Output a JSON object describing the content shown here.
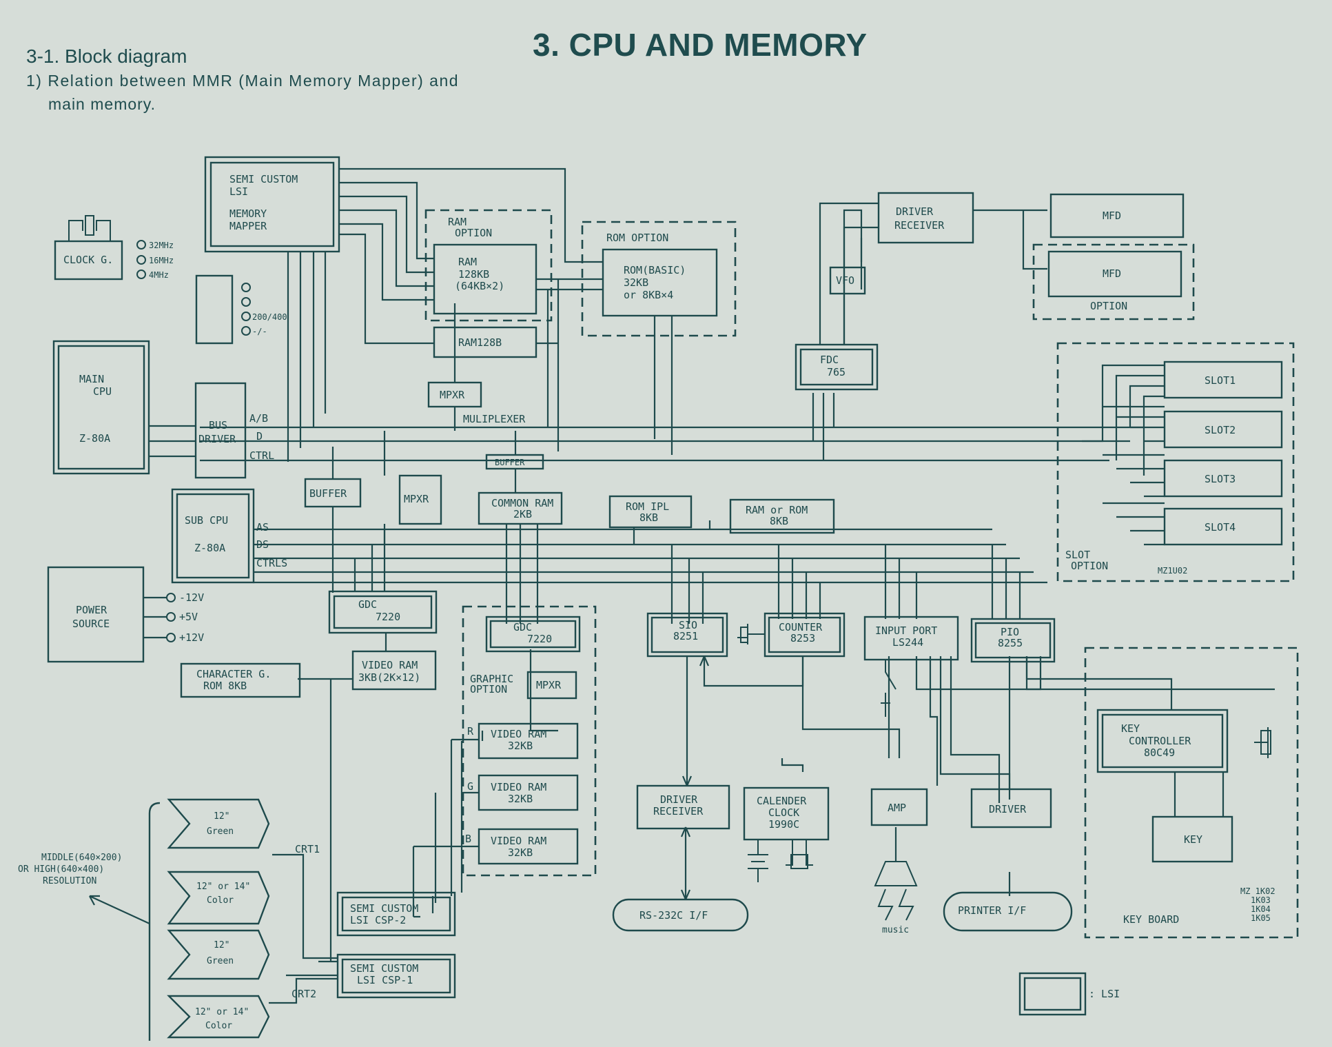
{
  "header": {
    "title": "3. CPU AND MEMORY",
    "section": "3-1.  Block diagram",
    "subtitle_line1": "1) Relation  between  MMR  (Main  Memory  Mapper)  and",
    "subtitle_line2": "main memory."
  },
  "blocks": {
    "semi_custom_lsi": [
      "SEMI CUSTOM",
      "LSI",
      "MEMORY",
      "MAPPER"
    ],
    "ram_option_label": [
      "RAM",
      "OPTION"
    ],
    "ram_128kb": [
      "RAM",
      "128KB",
      "(64KB×2)"
    ],
    "rom_option_label": "ROM OPTION",
    "rom_basic": [
      "ROM(BASIC)",
      "32KB",
      "or  8KB×4"
    ],
    "ram128b": "RAM128B",
    "mpxr": "MPXR",
    "multiplexer": "MULIPLEXER",
    "buffer_small": "BUFFER",
    "clock_g": "CLOCK G.",
    "clock_freqs": [
      "32MHz",
      "16MHz",
      "4MHz"
    ],
    "switch_labels": [
      "200/400",
      "-/-"
    ],
    "main_cpu": [
      "MAIN",
      "CPU",
      "Z-80A"
    ],
    "bus_driver": [
      "BUS",
      "DRIVER"
    ],
    "bus_labels": [
      "A/B",
      "D",
      "CTRL"
    ],
    "buffer": "BUFFER",
    "mpxr2": "MPXR",
    "common_ram": [
      "COMMON RAM",
      "2KB"
    ],
    "rom_ipl": [
      "ROM IPL",
      "8KB"
    ],
    "ram_or_rom": [
      "RAM or ROM",
      "8KB"
    ],
    "sub_cpu": [
      "SUB CPU",
      "Z-80A"
    ],
    "sub_bus_labels": [
      "AS",
      "DS",
      "CTRLS"
    ],
    "power_source": [
      "POWER",
      "SOURCE"
    ],
    "power_outputs": [
      "-12V",
      "+5V",
      "+12V"
    ],
    "gdc1": [
      "GDC",
      "7220"
    ],
    "video_ram1": [
      "VIDEO RAM",
      "3KB(2K×12)"
    ],
    "character_g": [
      "CHARACTER G.",
      "ROM 8KB"
    ],
    "gdc2": [
      "GDC",
      "7220"
    ],
    "graphic_option": [
      "GRAPHIC",
      "OPTION"
    ],
    "mpxr3": "MPXR",
    "video_ram_r": [
      "VIDEO RAM",
      "32KB"
    ],
    "video_ram_g": [
      "VIDEO RAM",
      "32KB"
    ],
    "video_ram_b": [
      "VIDEO RAM",
      "32KB"
    ],
    "rgb_labels": [
      "R",
      "G",
      "B"
    ],
    "csp2": [
      "SEMI CUSTOM",
      "LSI CSP-2"
    ],
    "csp1": [
      "SEMI CUSTOM",
      "LSI CSP-1"
    ],
    "sio": [
      "SIO",
      "8251"
    ],
    "counter": [
      "COUNTER",
      "8253"
    ],
    "input_port": [
      "INPUT PORT",
      "LS244"
    ],
    "pio": [
      "PIO",
      "8255"
    ],
    "driver_receiver_bottom": [
      "DRIVER",
      "RECEIVER"
    ],
    "calender_clock": [
      "CALENDER",
      "CLOCK",
      "1990C"
    ],
    "amp": "AMP",
    "driver": "DRIVER",
    "rs232c": "RS-232C I/F",
    "printer_if": "PRINTER  I/F",
    "music": "music",
    "driver_receiver_top": [
      "DRIVER",
      "RECEIVER"
    ],
    "vfo": "VFO",
    "fdc": [
      "FDC",
      "765"
    ],
    "mfd1": "MFD",
    "mfd2": "MFD",
    "option": "OPTION",
    "slots": [
      "SLOT1",
      "SLOT2",
      "SLOT3",
      "SLOT4"
    ],
    "slot_option": [
      "SLOT",
      "OPTION"
    ],
    "mz1u02": "MZ1U02",
    "key_controller": [
      "KEY",
      "CONTROLLER",
      "80C49"
    ],
    "key": "KEY",
    "keyboard_models": [
      "MZ 1K02",
      "1K03",
      "1K04",
      "1K05"
    ],
    "keyboard": "KEY BOARD",
    "crt_labels": [
      "CRT1",
      "CRT2"
    ],
    "monitors": [
      [
        "12\"",
        "Green"
      ],
      [
        "12\" or 14\"",
        "Color"
      ],
      [
        "12\"",
        "Green"
      ],
      [
        "12\" or 14\"",
        "Color"
      ]
    ],
    "resolution": [
      "MIDDLE(640×200)",
      "OR HIGH(640×400)",
      "RESOLUTION"
    ],
    "legend_lsi": ": LSI"
  }
}
